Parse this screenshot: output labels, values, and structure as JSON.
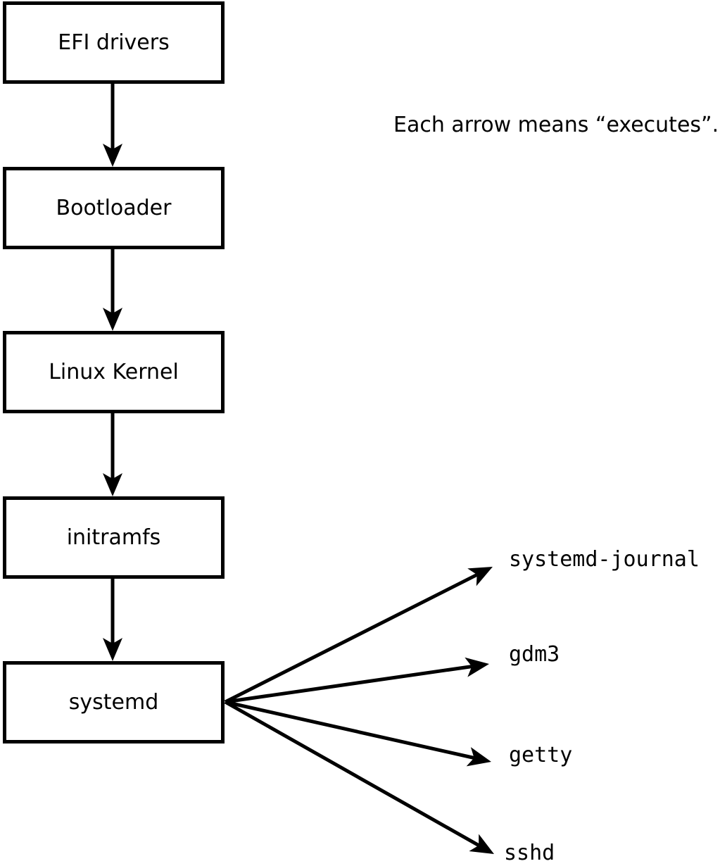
{
  "note": "Each arrow means “executes”.",
  "nodes": [
    {
      "label": "EFI drivers"
    },
    {
      "label": "Bootloader"
    },
    {
      "label": "Linux Kernel"
    },
    {
      "label": "initramfs"
    },
    {
      "label": "systemd"
    }
  ],
  "processes": [
    {
      "label": "systemd-journal"
    },
    {
      "label": "gdm3"
    },
    {
      "label": "getty"
    },
    {
      "label": "sshd"
    }
  ],
  "edges": [
    {
      "from": "EFI drivers",
      "to": "Bootloader",
      "meaning": "executes"
    },
    {
      "from": "Bootloader",
      "to": "Linux Kernel",
      "meaning": "executes"
    },
    {
      "from": "Linux Kernel",
      "to": "initramfs",
      "meaning": "executes"
    },
    {
      "from": "initramfs",
      "to": "systemd",
      "meaning": "executes"
    },
    {
      "from": "systemd",
      "to": "systemd-journal",
      "meaning": "executes"
    },
    {
      "from": "systemd",
      "to": "gdm3",
      "meaning": "executes"
    },
    {
      "from": "systemd",
      "to": "getty",
      "meaning": "executes"
    },
    {
      "from": "systemd",
      "to": "sshd",
      "meaning": "executes"
    }
  ],
  "colors": {
    "ink": "#000000",
    "background": "#ffffff"
  }
}
